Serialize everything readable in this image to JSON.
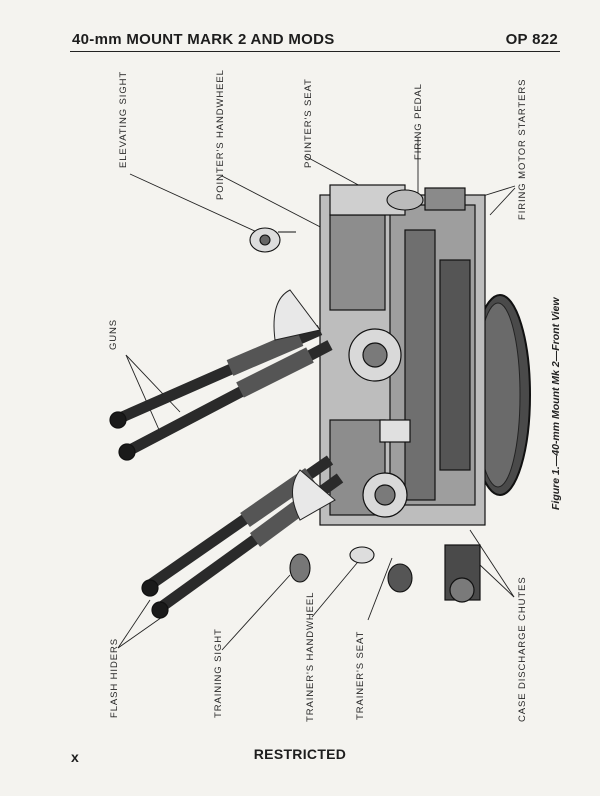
{
  "header": {
    "title": "40-mm MOUNT MARK 2 AND MODS",
    "doc_number": "OP 822"
  },
  "figure": {
    "caption": "Figure 1.—40-mm Mount Mk 2—Front View",
    "labels": {
      "elevating_sight": "ELEVATING SIGHT",
      "pointers_handwheel": "POINTER'S HANDWHEEL",
      "pointers_seat": "POINTER'S SEAT",
      "firing_pedal": "FIRING PEDAL",
      "firing_motor_starters": "FIRING MOTOR STARTERS",
      "guns": "GUNS",
      "flash_hiders": "FLASH HIDERS",
      "training_sight": "TRAINING SIGHT",
      "trainers_handwheel": "TRAINER'S HANDWHEEL",
      "trainers_seat": "TRAINER'S SEAT",
      "case_discharge_chutes": "CASE DISCHARGE CHUTES"
    }
  },
  "footer": {
    "page": "x",
    "marking": "RESTRICTED"
  }
}
